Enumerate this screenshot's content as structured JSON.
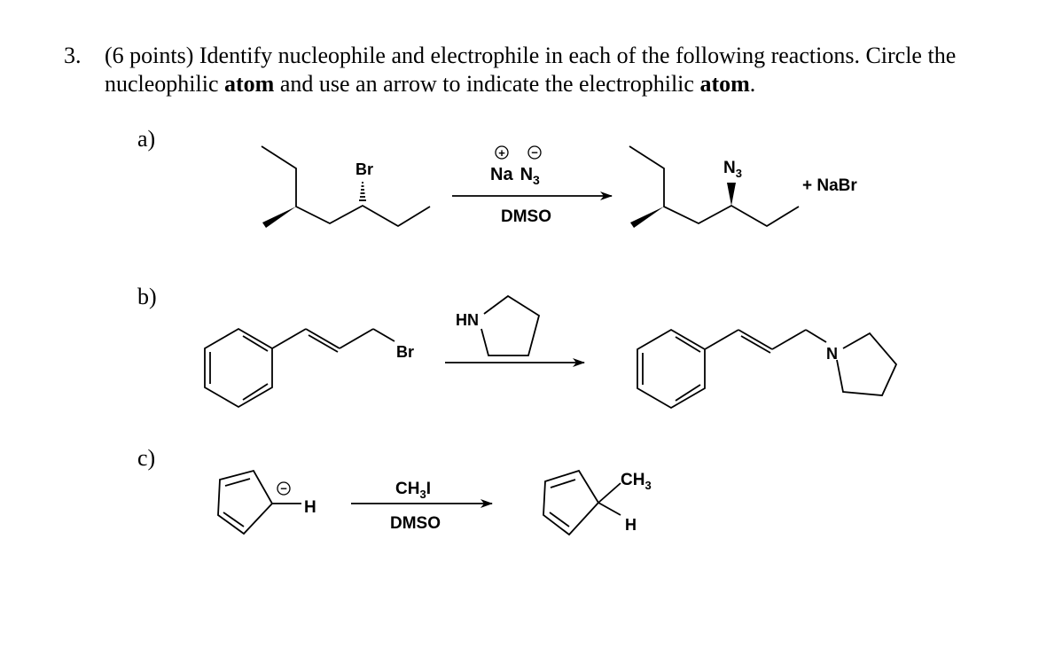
{
  "question": {
    "number": "3.",
    "line1": "(6 points) Identify nucleophile and electrophile in each of the following reactions.  Circle the",
    "line2_pre": "nucleophilic ",
    "line2_bold1": "atom",
    "line2_mid": " and use an arrow to indicate the electrophilic ",
    "line2_bold2": "atom",
    "line2_end": "."
  },
  "parts": {
    "a": {
      "label": "a)",
      "reactant_br": "Br",
      "reagent_na": "Na",
      "reagent_n": "N",
      "reagent_sub": "3",
      "plus_charge": "+",
      "minus_charge": "−",
      "condition": "DMSO",
      "product_n": "N",
      "product_sub": "3",
      "byproduct": "+ NaBr"
    },
    "b": {
      "label": "b)",
      "reactant_br": "Br",
      "reagent_hn": "HN",
      "product_n": "N"
    },
    "c": {
      "label": "c)",
      "reactant_h": "H",
      "minus_charge": "−",
      "reagent_ch": "CH",
      "reagent_sub": "3",
      "reagent_i": "I",
      "condition": "DMSO",
      "product_ch": "CH",
      "product_sub": "3",
      "product_h": "H"
    }
  }
}
